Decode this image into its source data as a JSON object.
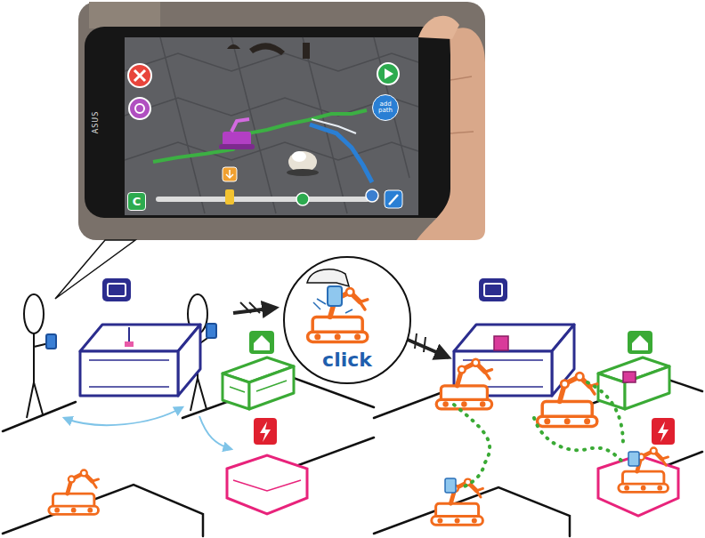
{
  "diagram": {
    "nodes": [
      {
        "text": [
          "add path"
        ]
      },
      {
        "text": [
          "C"
        ]
      },
      {
        "text": [
          "click"
        ]
      }
    ],
    "labels": [
      "ASUS"
    ]
  }
}
